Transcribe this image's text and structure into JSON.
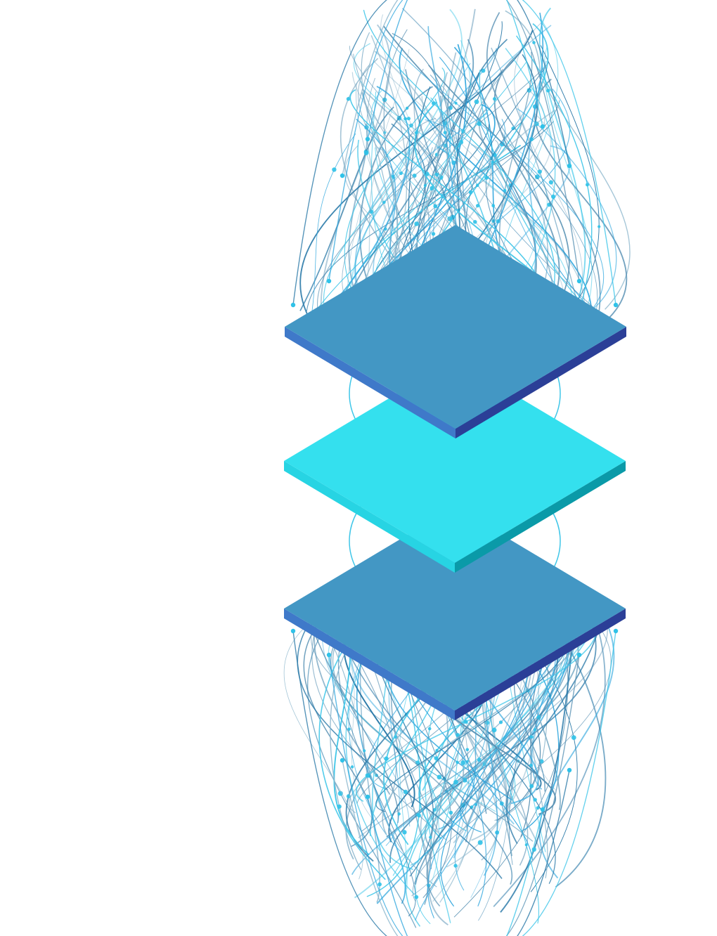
{
  "illustration": {
    "name": "stacked-layers-with-network-lines",
    "layer_count": 3,
    "layers": [
      {
        "name": "top-layer",
        "top_color": "#4397c4",
        "left_side_color": "#3f79c9",
        "right_side_color": "#2b3f97"
      },
      {
        "name": "middle-layer",
        "top_color": "#34e0ee",
        "left_side_color": "#27d4e3",
        "right_side_color": "#0a9aa8"
      },
      {
        "name": "bottom-layer",
        "top_color": "#4397c4",
        "left_side_color": "#3f79c9",
        "right_side_color": "#2b3f97"
      }
    ],
    "line_colors": [
      "#2a79a8",
      "#36a9df",
      "#3fc6e8",
      "#5b93b5",
      "#8ab5cc"
    ],
    "node_color": "#2fc2e8",
    "background_color": "#ffffff"
  }
}
